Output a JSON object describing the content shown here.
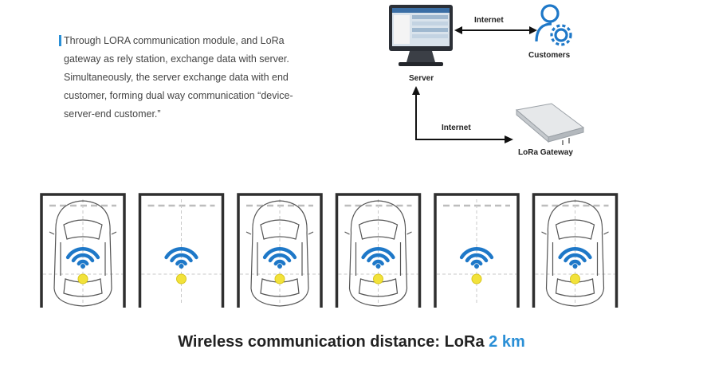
{
  "description": {
    "line1": "Through LORA communication module, and  LoRa",
    "line2": "gateway as rely station, exchange data with server.",
    "line3": "Simultaneously, the server exchange data with end",
    "line4": "customer, forming dual way communication “device-",
    "line5": "server-end customer.”"
  },
  "diagram": {
    "server_label": "Server",
    "customers_label": "Customers",
    "gateway_label": "LoRa Gateway",
    "link_top_label": "Internet",
    "link_bottom_label": "Internet"
  },
  "parking": {
    "bays": [
      {
        "occupied": true
      },
      {
        "occupied": false
      },
      {
        "occupied": true
      },
      {
        "occupied": true
      },
      {
        "occupied": false
      },
      {
        "occupied": true
      }
    ],
    "wifi_color": "#1e78c8",
    "sensor_color": "#f2e23a"
  },
  "caption": {
    "prefix": "Wireless communication distance: LoRa ",
    "highlight": "2 km"
  },
  "colors": {
    "accent": "#2a8fd6",
    "icon_blue": "#1e78c8"
  }
}
